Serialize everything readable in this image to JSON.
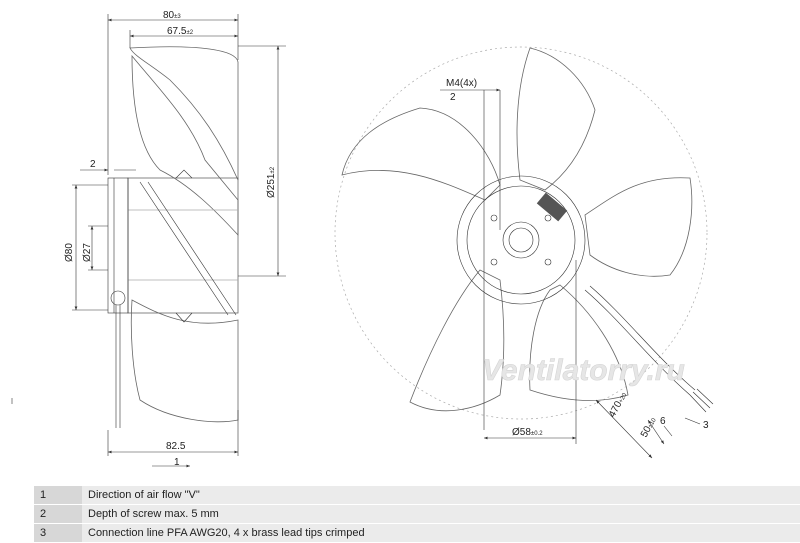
{
  "drawing": {
    "side_view": {
      "dim_80": "80",
      "dim_80_tol": "±3",
      "dim_67_5": "67.5",
      "dim_67_5_tol": "±2",
      "dim_2": "2",
      "dim_d80": "Ø80",
      "dim_d27": "Ø27",
      "dim_d251": "Ø251",
      "dim_d251_tol": "±2",
      "dim_82_5": "82.5",
      "callout_1": "1"
    },
    "front_view": {
      "thread": "M4(4x)",
      "callout_2": "2",
      "dim_d58": "Ø58",
      "dim_d58_tol": "±0.2",
      "dim_470": "470",
      "dim_470_tol": "+20",
      "dim_50": "50",
      "dim_50_tol": "±10",
      "dim_6": "6",
      "callout_3": "3"
    },
    "watermark": "Ventilatorry.ru"
  },
  "legend": [
    {
      "num": "1",
      "text": "Direction of air flow \"V\""
    },
    {
      "num": "2",
      "text": "Depth of screw max. 5 mm"
    },
    {
      "num": "3",
      "text": "Connection line PFA AWG20, 4 x brass lead tips crimped"
    }
  ]
}
